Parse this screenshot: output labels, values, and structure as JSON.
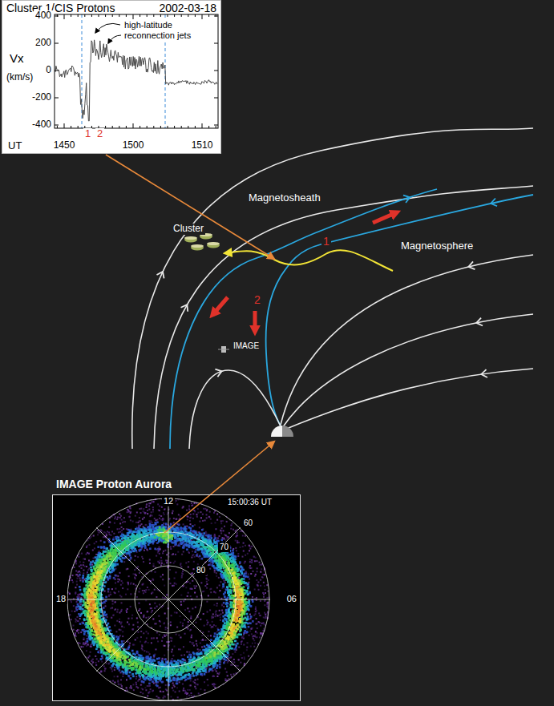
{
  "diagram": {
    "nodes": [
      {
        "text": [
          "Cluster 1/CIS Protons",
          "2002-03-18"
        ]
      },
      {
        "text": [
          "IMAGE Proton Aurora"
        ]
      }
    ],
    "labels": [
      "Vx",
      "(km/s)",
      "400",
      "200",
      "0",
      "-200",
      "-400",
      "high-latitude reconnection jets",
      "1",
      "2",
      "UT",
      "1450",
      "1500",
      "1510",
      "Magnetosheath",
      "Cluster",
      "1",
      "Magnetosphere",
      "2",
      "IMAGE",
      "12",
      "15:00:36 UT",
      "18",
      "06",
      "80",
      "70",
      "60"
    ]
  }
}
